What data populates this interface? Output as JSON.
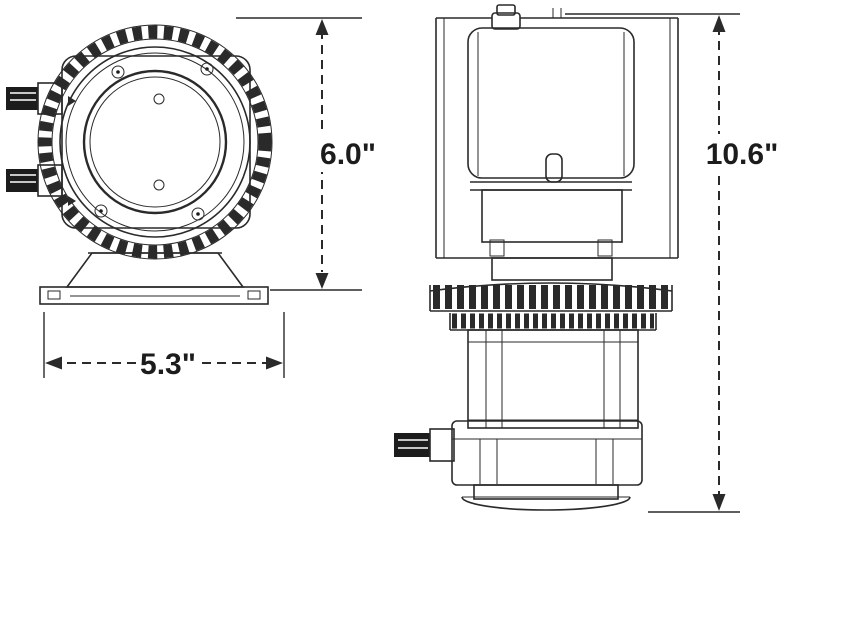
{
  "drawing": {
    "dimensions": {
      "front_height": "6.0\"",
      "front_width": "5.3\"",
      "side_height": "10.6\""
    },
    "appearance": {
      "ink": "#2a2a2a",
      "background": "#ffffff"
    }
  }
}
